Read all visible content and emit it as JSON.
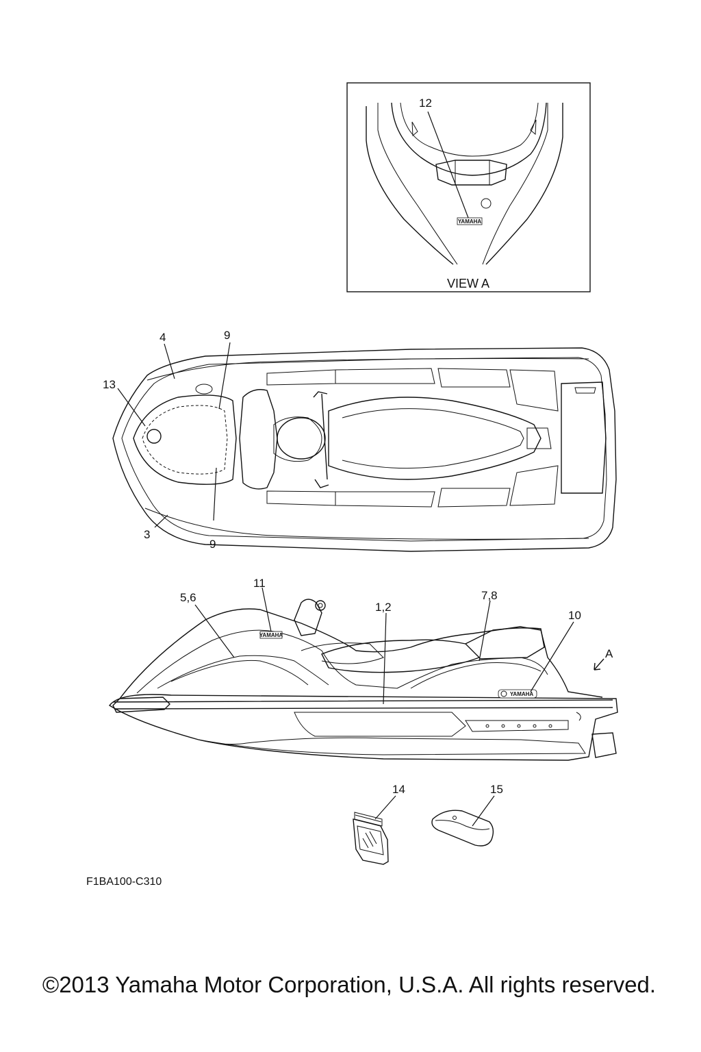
{
  "view_a": {
    "title": "VIEW A",
    "callout": "12",
    "logo_text": "YAMAHA"
  },
  "top_view": {
    "callouts": [
      "4",
      "9",
      "13",
      "3",
      "9"
    ]
  },
  "side_view": {
    "callouts": [
      "11",
      "5,6",
      "1,2",
      "7,8",
      "10",
      "A"
    ],
    "logo_seat": "YAMAHA",
    "logo_side": "YAMAHA"
  },
  "accessories": {
    "callouts": [
      "14",
      "15"
    ]
  },
  "diagram_code": "F1BA100-C310",
  "copyright": "©2013 Yamaha Motor Corporation, U.S.A. All rights reserved."
}
